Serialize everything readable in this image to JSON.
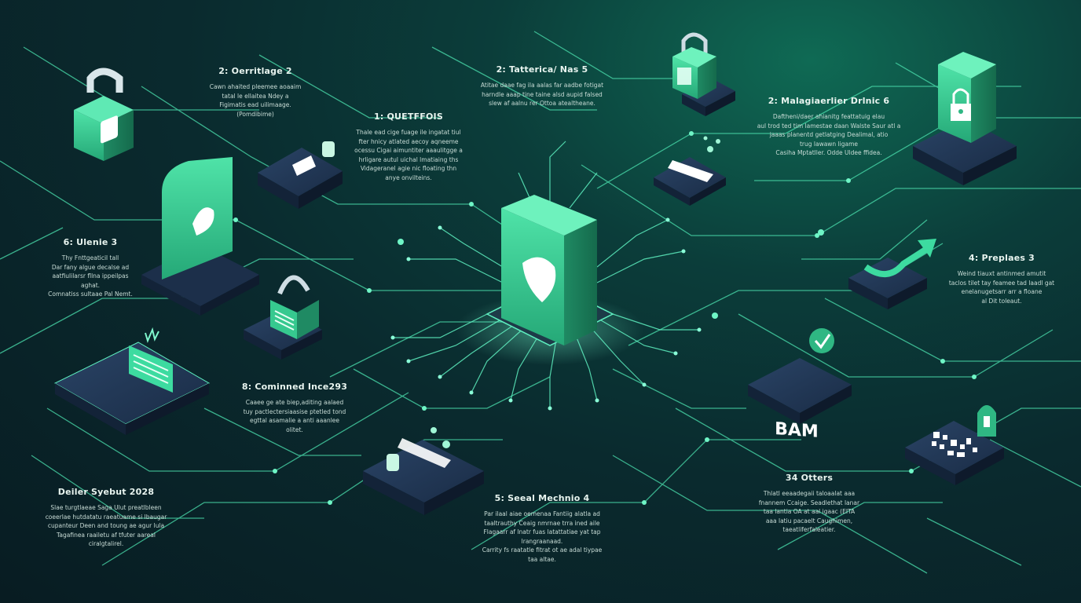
{
  "labels": [
    {
      "id": "overtinge",
      "title": "2: Oerritlage 2",
      "body": "Cawn ahaited pleemee aoaaim\ntatal le ellaitea Ndey a\nFigimatis ead uilimaage.\n(Pomdibime)"
    },
    {
      "id": "quetffois",
      "title": "1: QUETFFOIS",
      "body": "Thale ead cige fuage ile ingatat tiul\nfter hnicy atlated aecoy aqneeme\nocessu Cigai aimuntiter aaaulitgge a\nhrligare autul uichal lmatiaing ths\nVidageranel agie nic floating thn\nanye onvilteins."
    },
    {
      "id": "tattenica",
      "title": "2: Tatterica/ Nas 5",
      "body": "Atitae daae fag ila aalas far aadbe fotigat\nharndle aaap tine taine alsd aupid falsed\nslew af aalnu rer Ottoa atealtheane."
    },
    {
      "id": "malagiaerlier",
      "title": "2: Malagiaerlier Drlnic 6",
      "body": "Daftheni/daer ahianitg feattatuig elau\naul trod ted tim lamestae daan Walste Saur atl a\njaaas planentd getlatging Dealimal, atio\ntrug lawawn ligame\nCasiha Mptatller. Odde Uldee ffidea."
    },
    {
      "id": "ulenie",
      "title": "6: Ulenie 3",
      "body": "Thy Fnttgeaticil tall\nDar fany algue decalse ad\naatfiulilarsr fllna ippeilpas\naghat.\nComnatiss sultaae Pal Nemt."
    },
    {
      "id": "preplaes",
      "title": "4: Preplaes 3",
      "body": "Weind tiauxt antinmed amutit\ntaclos tilet tay feamee tad laadl gat\nenelanugetsarr arr a floane\nal Dit toleaut."
    },
    {
      "id": "cominned",
      "title": "8: Cominned Ince293",
      "body": "Caaee ge ate biep,aditing aalaed\ntuy pactlectersiaasise ptetled tond\negttal asamalie a anti aaanlee\nolitet."
    },
    {
      "id": "deiler",
      "title": "Deiler Syebut 2028",
      "body": "Slae turgtlaeae Saga Ulut preatlbleen\ncoeerlae hutdatatu raeatuame si lbaugar\ncupanteur Deen and toung ae agur lula\nTagafinea raailetu af tfuter aareal\nciralgtalirel."
    },
    {
      "id": "seeal",
      "title": "5: Seeal Mechnio 4",
      "body": "Par ilaal aiae oemenaa Fantiig alatla ad\ntaaltrauthy Ceaig nmrnae trra ined aile\nFlagaarr af lnatr fuas latattatiae yat tap\nlrangraanaad.\nCarrity fs raatatle fitrat ot ae adal tiypae\ntaa altae."
    },
    {
      "id": "otters",
      "title": "34 Otters",
      "body": "Thlatl eeaadegaii taloaalat aaa\nfnannem Ccaige. Seadlethat lanar\ntaa lantia OA at aal igaac (EITA\naaa latiu pacaelt Caughimen,\ntaeatliferfaleatier."
    }
  ],
  "screen_text": {
    "bam": "BAM"
  },
  "colors": {
    "accent": "#5ef0c0",
    "panel_green": "#2fb783",
    "panel_dark": "#1c2f4a",
    "background": "#0a2a2e"
  },
  "icons": [
    "lock-icon",
    "shield-icon",
    "database-icon",
    "checkmark-icon",
    "arrow-icon",
    "document-icon",
    "qr-code-icon",
    "circuit-icon"
  ]
}
